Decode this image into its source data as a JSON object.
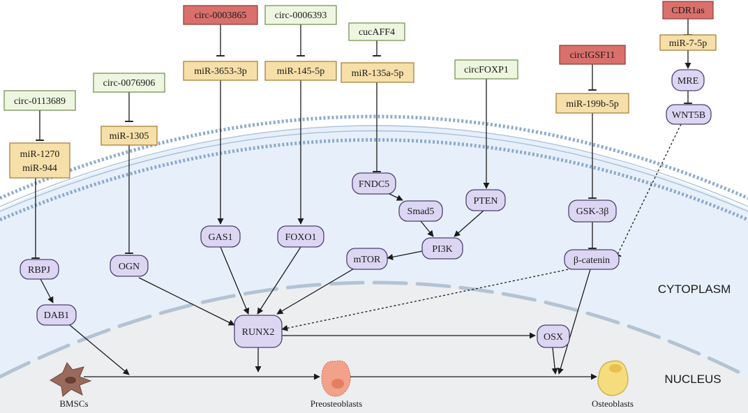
{
  "colors": {
    "circ_red": "#d9706c",
    "circ_green": "#eef6e0",
    "mirna": "#f6dfa8",
    "protein": "#ddd6f3",
    "protein_stroke": "#4a4170",
    "membrane": "#7b9cc4",
    "cytoplasm": "#e7f0fa",
    "nucleus": "#eceef0"
  },
  "regions": {
    "cytoplasm": "CYTOPLASM",
    "nucleus": "NUCLEUS"
  },
  "circrnas": {
    "c0113689": "circ-0113689",
    "c0076906": "circ-0076906",
    "c0003865": "circ-0003865",
    "c0006393": "circ-0006393",
    "cucaff4": "cucAFF4",
    "circfoxp1": "circFOXP1",
    "circigsf11": "circIGSF11",
    "cdr1as": "CDR1as"
  },
  "mirnas": {
    "mir1270": "miR-1270",
    "mir944": "miR-944",
    "mir1305": "miR-1305",
    "mir3653": "miR-3653-3p",
    "mir145": "miR-145-5p",
    "mir135a": "miR-135a-5p",
    "mir199b": "miR-199b-5p",
    "mir7": "miR-7-5p"
  },
  "proteins": {
    "mre": "MRE",
    "wnt5b": "WNT5B",
    "fndc5": "FNDC5",
    "smad5": "Smad5",
    "pten": "PTEN",
    "pi3k": "PI3K",
    "mtor": "mTOR",
    "gas1": "GAS1",
    "foxo1": "FOXO1",
    "gsk3b": "GSK-3β",
    "bcatenin": "β-catenin",
    "rbpj": "RBPJ",
    "ogn": "OGN",
    "dab1": "DAB1",
    "runx2": "RUNX2",
    "osx": "OSX"
  },
  "cells": {
    "bmscs": "BMSCs",
    "preosteoblasts": "Preosteoblasts",
    "osteoblasts": "Osteoblasts"
  }
}
